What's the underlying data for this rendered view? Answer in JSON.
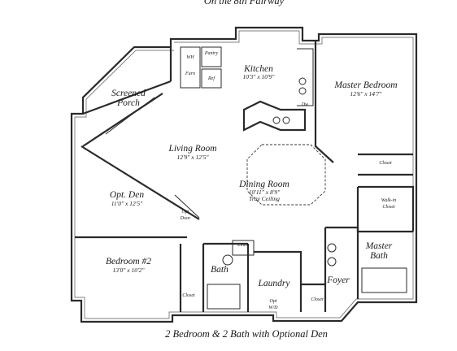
{
  "header": {
    "subtitle": "On the 8th Fairway"
  },
  "rooms": {
    "kitchen": {
      "name": "Kitchen",
      "dims": "10'3\" x 10'9\""
    },
    "master_bedroom": {
      "name": "Master Bedroom",
      "dims": "12'6\" x 14'7\""
    },
    "screened_porch": {
      "name_line1": "Screened",
      "name_line2": "Porch"
    },
    "living_room": {
      "name": "Living Room",
      "dims": "12'9\" x 12'5\""
    },
    "dining_room": {
      "name": "Dining Room",
      "dims": "10'11\" x 8'9\"",
      "note": "Tray Ceiling"
    },
    "opt_den": {
      "name": "Opt. Den",
      "dims": "11'0\" x 12'5\""
    },
    "bedroom2": {
      "name": "Bedroom #2",
      "dims": "13'0\" x 10'2\""
    },
    "bath": {
      "name": "Bath"
    },
    "laundry": {
      "name": "Laundry"
    },
    "foyer": {
      "name": "Foyer"
    },
    "master_bath": {
      "name_line1": "Master",
      "name_line2": "Bath"
    }
  },
  "fixtures": {
    "wh": "WH",
    "furn": "Furn",
    "pantry": "Pantry",
    "ref": "Ref",
    "dw": "Dw",
    "closet": "Closet",
    "walkin_line1": "Walk-in",
    "walkin_line2": "Closet",
    "linen": "Linen",
    "opt_door_line1": "Opt",
    "opt_door_line2": "Door",
    "closet_small": "Closet",
    "closet_bed2": "Closet",
    "opt_wd_line1": "Opt",
    "opt_wd_line2": "W/D"
  },
  "footer": {
    "caption": "2 Bedroom & 2 Bath with Optional Den"
  }
}
